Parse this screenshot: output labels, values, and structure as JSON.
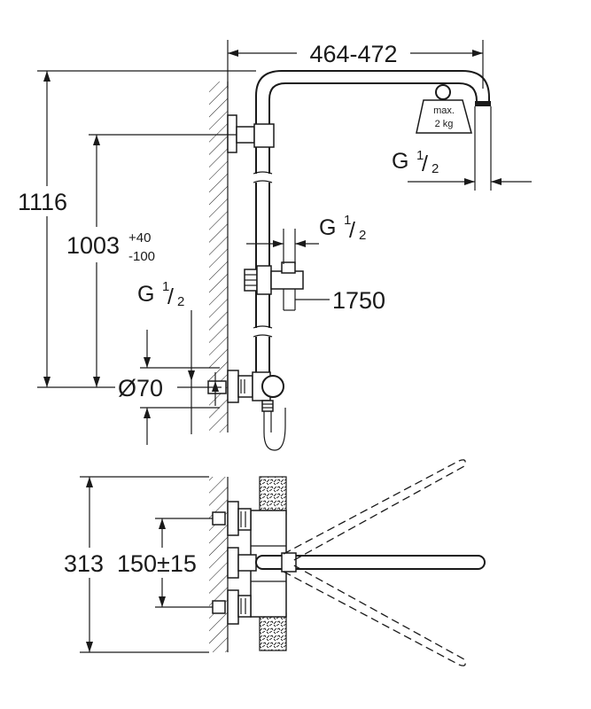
{
  "top_view": {
    "width_label": "464-472",
    "weight_line1": "max.",
    "weight_line2": "2 kg",
    "thread_top_main": "G",
    "thread_top_num": "1",
    "thread_top_den": "2",
    "height_label": "1116",
    "height2_main": "1003",
    "height2_plus": "+40",
    "height2_minus": "-100",
    "thread_mid_main": "G",
    "thread_mid_num": "1",
    "thread_mid_den": "2",
    "hose_label": "1750",
    "thread_low_main": "G",
    "thread_low_num": "1",
    "thread_low_den": "2",
    "rosette_label": "Ø70"
  },
  "bottom_view": {
    "depth_label": "313",
    "spacing_label": "150±15"
  }
}
